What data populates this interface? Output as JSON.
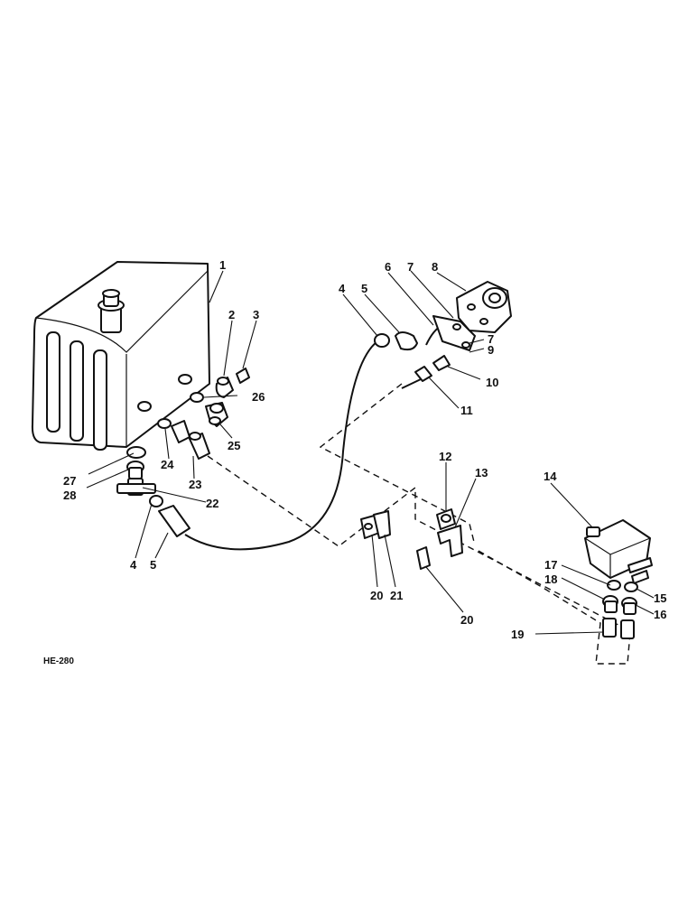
{
  "drawing_code": "HE-280",
  "callouts": {
    "c1": "1",
    "c2": "2",
    "c3": "3",
    "c4a": "4",
    "c5a": "5",
    "c6": "6",
    "c7a": "7",
    "c8": "8",
    "c7b": "7",
    "c9": "9",
    "c10": "10",
    "c11": "11",
    "c26": "26",
    "c25": "25",
    "c27": "27",
    "c28": "28",
    "c24": "24",
    "c23": "23",
    "c22": "22",
    "c4b": "4",
    "c5b": "5",
    "c12": "12",
    "c13": "13",
    "c14": "14",
    "c20a": "20",
    "c21": "21",
    "c20b": "20",
    "c17": "17",
    "c18": "18",
    "c15": "15",
    "c16": "16",
    "c19": "19"
  }
}
